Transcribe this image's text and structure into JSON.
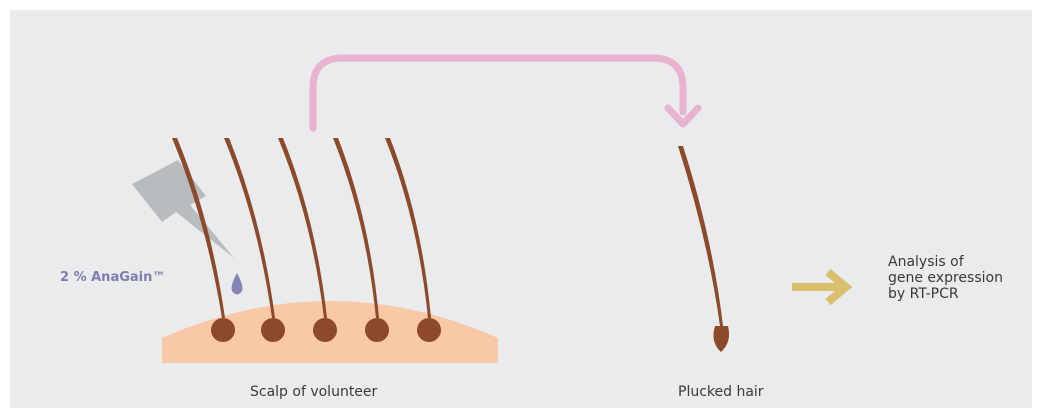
{
  "diagram": {
    "agent_label": "2 % AnaGain™",
    "scalp_label": "Scalp of volunteer",
    "plucked_label": "Plucked hair",
    "analysis_lines": [
      "Analysis of",
      "gene expression",
      "by RT-PCR"
    ],
    "colors": {
      "background": "#e9ebed",
      "skin": "#f9c9a7",
      "hair": "#8c4a2a",
      "curved_arrow": "#e9b3cf",
      "result_arrow": "#d9bf6e",
      "dropper": "#b9bcbe",
      "drop": "#8485b4",
      "agent_text": "#7e7fae"
    }
  }
}
